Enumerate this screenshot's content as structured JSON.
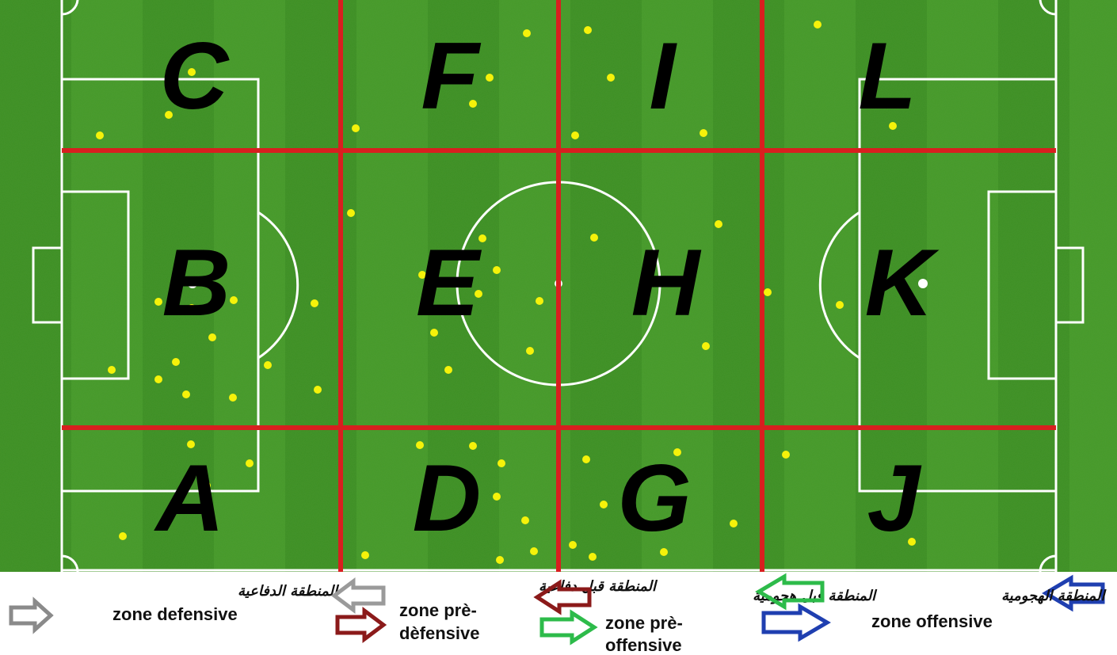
{
  "colors": {
    "grass_dark": "#2f7d1c",
    "grass_light": "#4fa32c",
    "lines": "#ffffff",
    "grid": "#d81f1f",
    "player_dot": "#f5f20a",
    "zone_letter": "#000000",
    "arrow_defensive": "#8a8a8a",
    "arrow_pre_defensive": "#8b1a1a",
    "arrow_pre_offensive": "#2dbb4a",
    "arrow_offensive": "#1f3fb0"
  },
  "zones": [
    "C",
    "F",
    "I",
    "L",
    "B",
    "E",
    "H",
    "K",
    "A",
    "D",
    "G",
    "J"
  ],
  "legend": {
    "defensive": {
      "arabic": "المنطقة الدفاعية",
      "french": "zone defensive",
      "icon": "right-arrow-outline"
    },
    "pre_defensive": {
      "arabic": "المنطقة قبل دفاعية",
      "french_line1": "zone prè-",
      "french_line2": "dèfensive",
      "icon": "left-right-arrows"
    },
    "pre_offensive": {
      "arabic": "المنطقة قبل هجومية",
      "french_line1": "zone prè-",
      "french_line2": "offensive",
      "icon": "left-right-arrows"
    },
    "offensive": {
      "arabic": "المنطقة الهجومية",
      "french": "zone offensive",
      "icon": "left-right-arrows"
    }
  }
}
